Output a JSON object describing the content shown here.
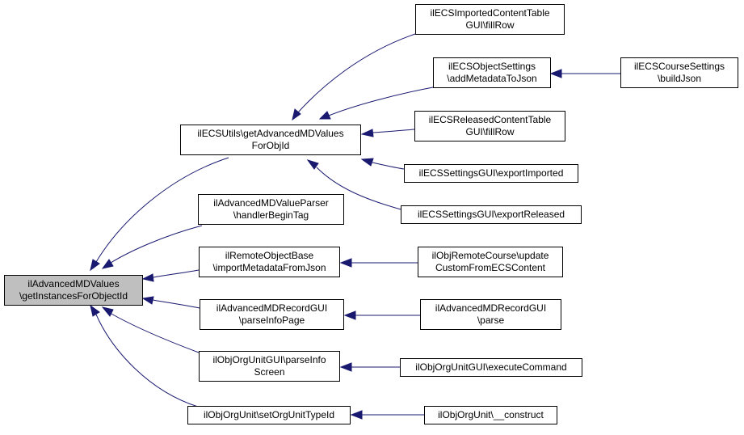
{
  "colors": {
    "edge": "#191970",
    "node_border": "#000000",
    "node_fill": "#ffffff",
    "root_fill": "#bfbfbf"
  },
  "nodes": {
    "root": {
      "line1": "ilAdvancedMDValues",
      "line2": "\\getInstancesForObjectId"
    },
    "ecsutils": {
      "line1": "ilECSUtils\\getAdvancedMDValues",
      "line2": "ForObjId"
    },
    "parser": {
      "line1": "ilAdvancedMDValueParser",
      "line2": "\\handlerBeginTag"
    },
    "remote": {
      "line1": "ilRemoteObjectBase",
      "line2": "\\importMetadataFromJson"
    },
    "recordgui": {
      "line1": "ilAdvancedMDRecordGUI",
      "line2": "\\parseInfoPage"
    },
    "orgunitgui": {
      "line1": "ilObjOrgUnitGUI\\parseInfo",
      "line2": "Screen"
    },
    "orgunit": {
      "line1": "ilObjOrgUnit\\setOrgUnitTypeId"
    },
    "imported_table": {
      "line1": "ilECSImportedContentTable",
      "line2": "GUI\\fillRow"
    },
    "objsettings": {
      "line1": "ilECSObjectSettings",
      "line2": "\\addMetadataToJson"
    },
    "course_settings": {
      "line1": "ilECSCourseSettings",
      "line2": "\\buildJson"
    },
    "released_table": {
      "line1": "ilECSReleasedContentTable",
      "line2": "GUI\\fillRow"
    },
    "export_imported": {
      "line1": "ilECSSettingsGUI\\exportImported"
    },
    "export_released": {
      "line1": "ilECSSettingsGUI\\exportReleased"
    },
    "remote_course": {
      "line1": "ilObjRemoteCourse\\update",
      "line2": "CustomFromECSContent"
    },
    "recordgui_parse": {
      "line1": "ilAdvancedMDRecordGUI",
      "line2": "\\parse"
    },
    "execute_command": {
      "line1": "ilObjOrgUnitGUI\\executeCommand"
    },
    "construct": {
      "line1": "ilObjOrgUnit\\__construct"
    }
  }
}
